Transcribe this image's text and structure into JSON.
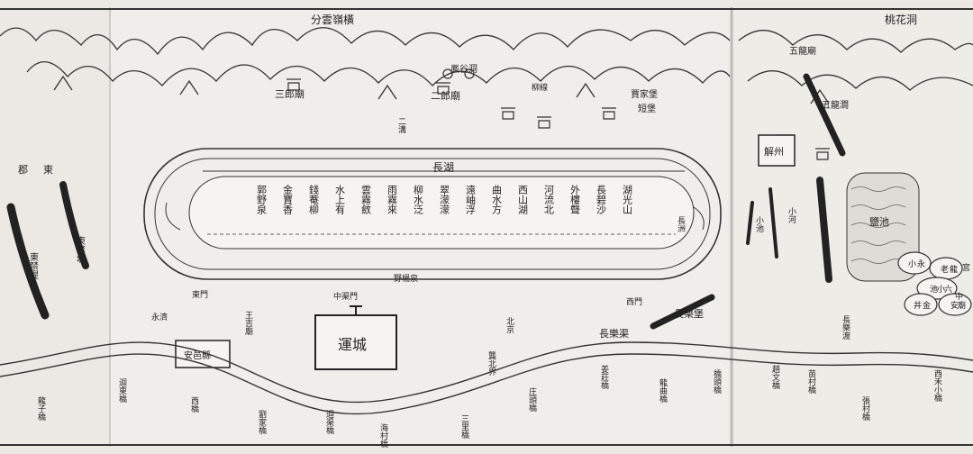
{
  "title": "分雲嶺橫",
  "top_right_label": "桃花洞",
  "mountains": {
    "sanlang": "三郎廟",
    "erlang": "二郎廟",
    "fengjiao": "鳳谷洞",
    "wulong": "五龍廟",
    "wulong_river": "五龍澗"
  },
  "lake": {
    "name": "長湖",
    "inner_text": [
      "郭野泉",
      "金寶香",
      "錢菴柳",
      "水上有",
      "雲霧斂",
      "雨霧來",
      "柳水泛",
      "翠濛濛",
      "遠岫浮",
      "曲水方",
      "西山湖",
      "河流北",
      "外樓聲",
      "長碧沙",
      "湖光山"
    ]
  },
  "places": {
    "west_dike": "東禁堤",
    "east_dike": "東禁隄",
    "yuncheng": "運城",
    "anyi": "安邑縣",
    "yongji": "永濟",
    "wangji": "王吉廟",
    "jiefang": "解州",
    "xiaohe": "小河",
    "changle_fort": "長樂堡",
    "changle_river": "長樂渡",
    "qingyuan": "鹽池",
    "xiao_lake": "小池",
    "east_gate": "東門",
    "jiaojia": "賈家堡",
    "duanbao": "短堡",
    "beijing": "北京",
    "gongbei": "龔北界",
    "liuxian": "柳線",
    "ximen": "西門",
    "zhongjiu": "中渠門",
    "yeyang": "野楊泉",
    "ergou": "二溝",
    "changzhou": "長洲"
  },
  "bridges": [
    "龍子橋",
    "迴東橋",
    "西橋",
    "劉家橋",
    "迴渠橋",
    "海村橋",
    "三里橋",
    "庄頭橋",
    "姜莊橋",
    "龍曲橋",
    "橋頭橋",
    "趙文橋",
    "苗村橋",
    "張村橋",
    "西禾小橋"
  ],
  "river_label": "長樂渠",
  "legend": [
    "小",
    "永",
    "老",
    "龍",
    "池",
    "小",
    "六",
    "宮",
    "井",
    "金",
    "安",
    "廟",
    "中"
  ],
  "west_labels": [
    "東",
    "郡"
  ]
}
